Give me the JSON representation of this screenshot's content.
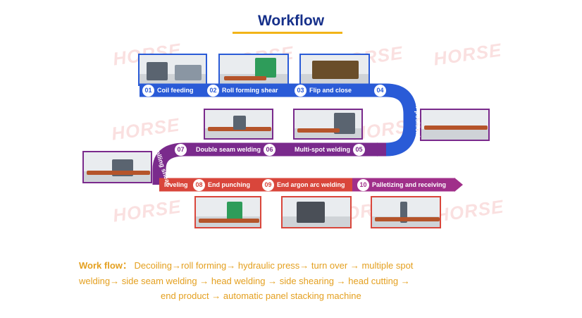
{
  "title": "Workflow",
  "watermark": "HORSE",
  "steps": [
    {
      "num": "01",
      "label": "Coil feeding"
    },
    {
      "num": "02",
      "label": "Roll forming shear"
    },
    {
      "num": "03",
      "label": "Flip and close"
    },
    {
      "num": "04",
      "label": "Per positioning"
    },
    {
      "num": "05",
      "label": "Multi-spot welding"
    },
    {
      "num": "06",
      "label": "Double seam welding"
    },
    {
      "num": "07",
      "label": "Rolling shear"
    },
    {
      "num": "08",
      "label": "End punching"
    },
    {
      "num": "09",
      "label": "End argon arc welding"
    },
    {
      "num": "10",
      "label": "Palletizing and receiving"
    }
  ],
  "leveling_label": "leveling",
  "note": {
    "key": "Work flow：",
    "line1": "Decoiling→roll forming→ hydraulic press→ turn over → multiple spot",
    "line2": "welding→ side seam welding → head welding → side shearing → head cutting →",
    "line3": "end product → automatic panel stacking machine"
  },
  "colors": {
    "title": "#16308a",
    "accent": "#f2b418",
    "blue": "#2a5bd7",
    "purple": "#7a2a8c",
    "red": "#d9463b",
    "note": "#e4a020"
  }
}
